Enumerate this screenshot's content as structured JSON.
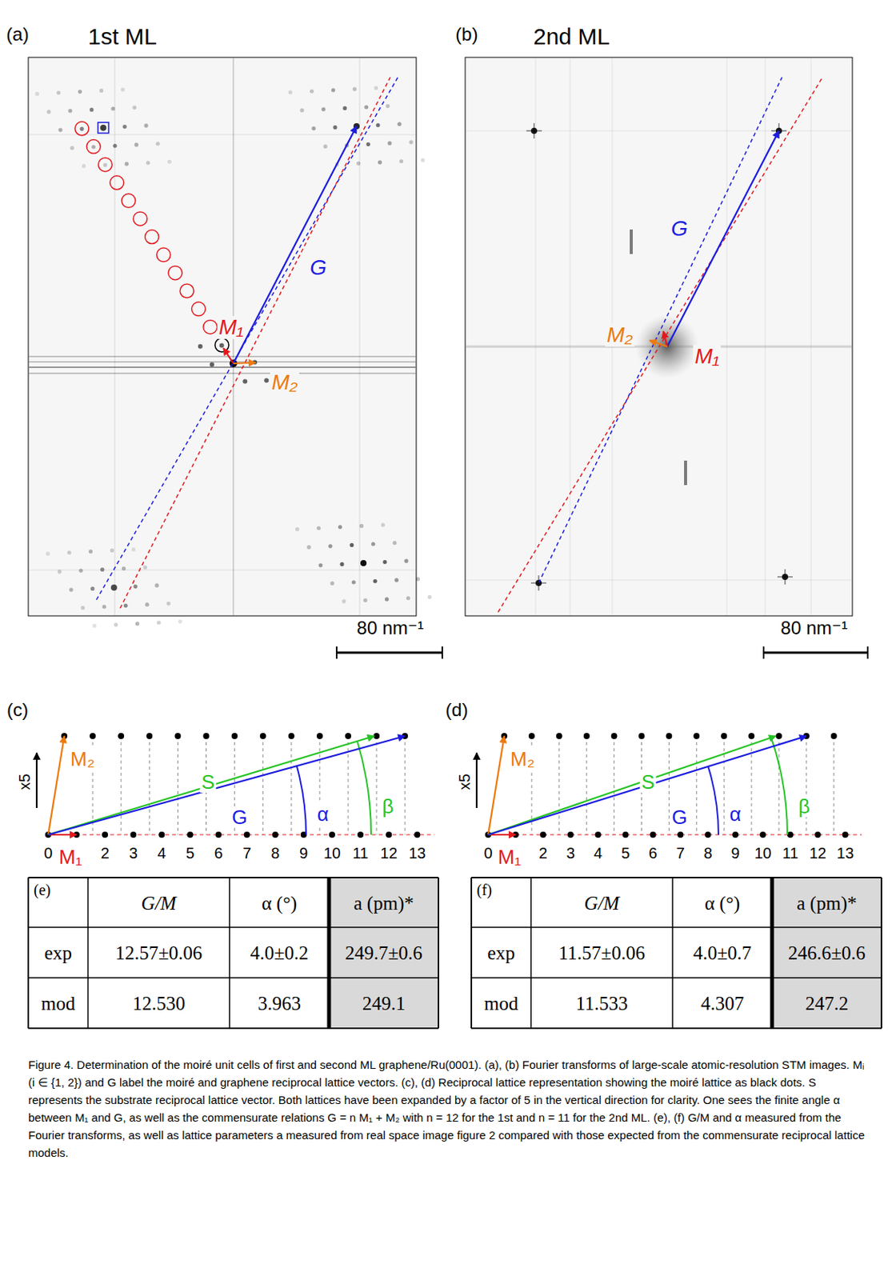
{
  "diagram": {
    "caption": "Figure 4. Determination of the moiré unit cells of first and second ML graphene/Ru(0001). (a), (b) Fourier transforms of large-scale atomic-resolution STM images. Mᵢ (i ∈ {1, 2}) and G label the moiré and graphene reciprocal lattice vectors. (c), (d) Reciprocal lattice representation showing the moiré lattice as black dots. S represents the substrate reciprocal lattice vector. Both lattices have been expanded by a factor of 5 in the vertical direction for clarity. One sees the finite angle α between M₁ and G, as well as the commensurate relations G = n M₁ + M₂ with n = 12 for the 1st and n = 11 for the 2nd ML. (e), (f) G/M and α measured from the Fourier transforms, as well as lattice parameters a measured from real space image figure 2 compared with those expected from the commensurate reciprocal lattice models.",
    "labels": [
      "(a)",
      "1st ML",
      "(b)",
      "2nd ML",
      "M₁",
      "M₂",
      "G",
      "M₂",
      "M₁",
      "G",
      "80 nm⁻¹",
      "80 nm⁻¹",
      "(c)",
      "M₂",
      "x5",
      "S",
      "G",
      "α",
      "β",
      "0",
      "M₁",
      "2",
      "3",
      "4",
      "5",
      "6",
      "7",
      "8",
      "9",
      "10",
      "11",
      "12",
      "13",
      "(d)",
      "M₂",
      "x5",
      "S",
      "G",
      "α",
      "β",
      "0",
      "M₁",
      "2",
      "3",
      "4",
      "5",
      "6",
      "7",
      "8",
      "9",
      "10",
      "11",
      "12",
      "13",
      "(e)",
      "G/M",
      "α (°)",
      "a (pm)*",
      "exp",
      "12.57±0.06",
      "4.0±0.2",
      "249.7±0.6",
      "mod",
      "12.530",
      "3.963",
      "249.1",
      "(f)",
      "G/M",
      "α (°)",
      "a (pm)*",
      "exp",
      "11.57±0.06",
      "4.0±0.7",
      "246.6±0.6",
      "mod",
      "11.533",
      "4.307",
      "247.2"
    ]
  }
}
